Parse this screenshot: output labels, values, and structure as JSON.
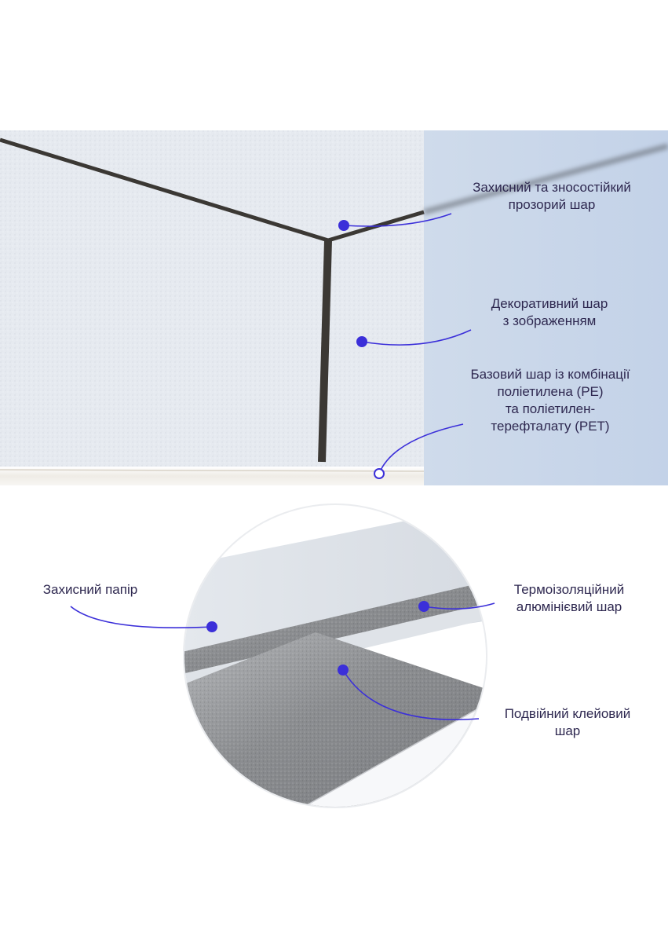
{
  "top_section": {
    "layers": [
      {
        "lines": [
          "Захисний та зносостійкий",
          "прозорий шар"
        ]
      },
      {
        "lines": [
          "Декоративний шар",
          "з зображенням"
        ]
      },
      {
        "lines": [
          "Базовий шар із комбінації",
          "поліетилена (PE)",
          "та поліетилен-",
          "терефталату (PET)"
        ]
      }
    ]
  },
  "bottom_section": {
    "layers": [
      {
        "lines": [
          "Захисний папір"
        ]
      },
      {
        "lines": [
          "Термоізоляційний",
          "алюмінієвий шар"
        ]
      },
      {
        "lines": [
          "Подвійний клейовий",
          "шар"
        ]
      }
    ]
  },
  "colors": {
    "callout": "#3b2fd9",
    "label_text": "#2e2850",
    "tile_surface": "#e7ebf1",
    "tile_side": "#c8d6ea",
    "grout": "#3b3834",
    "aluminium": "#8d8f92",
    "backing_paper": "#dfe4ea"
  }
}
